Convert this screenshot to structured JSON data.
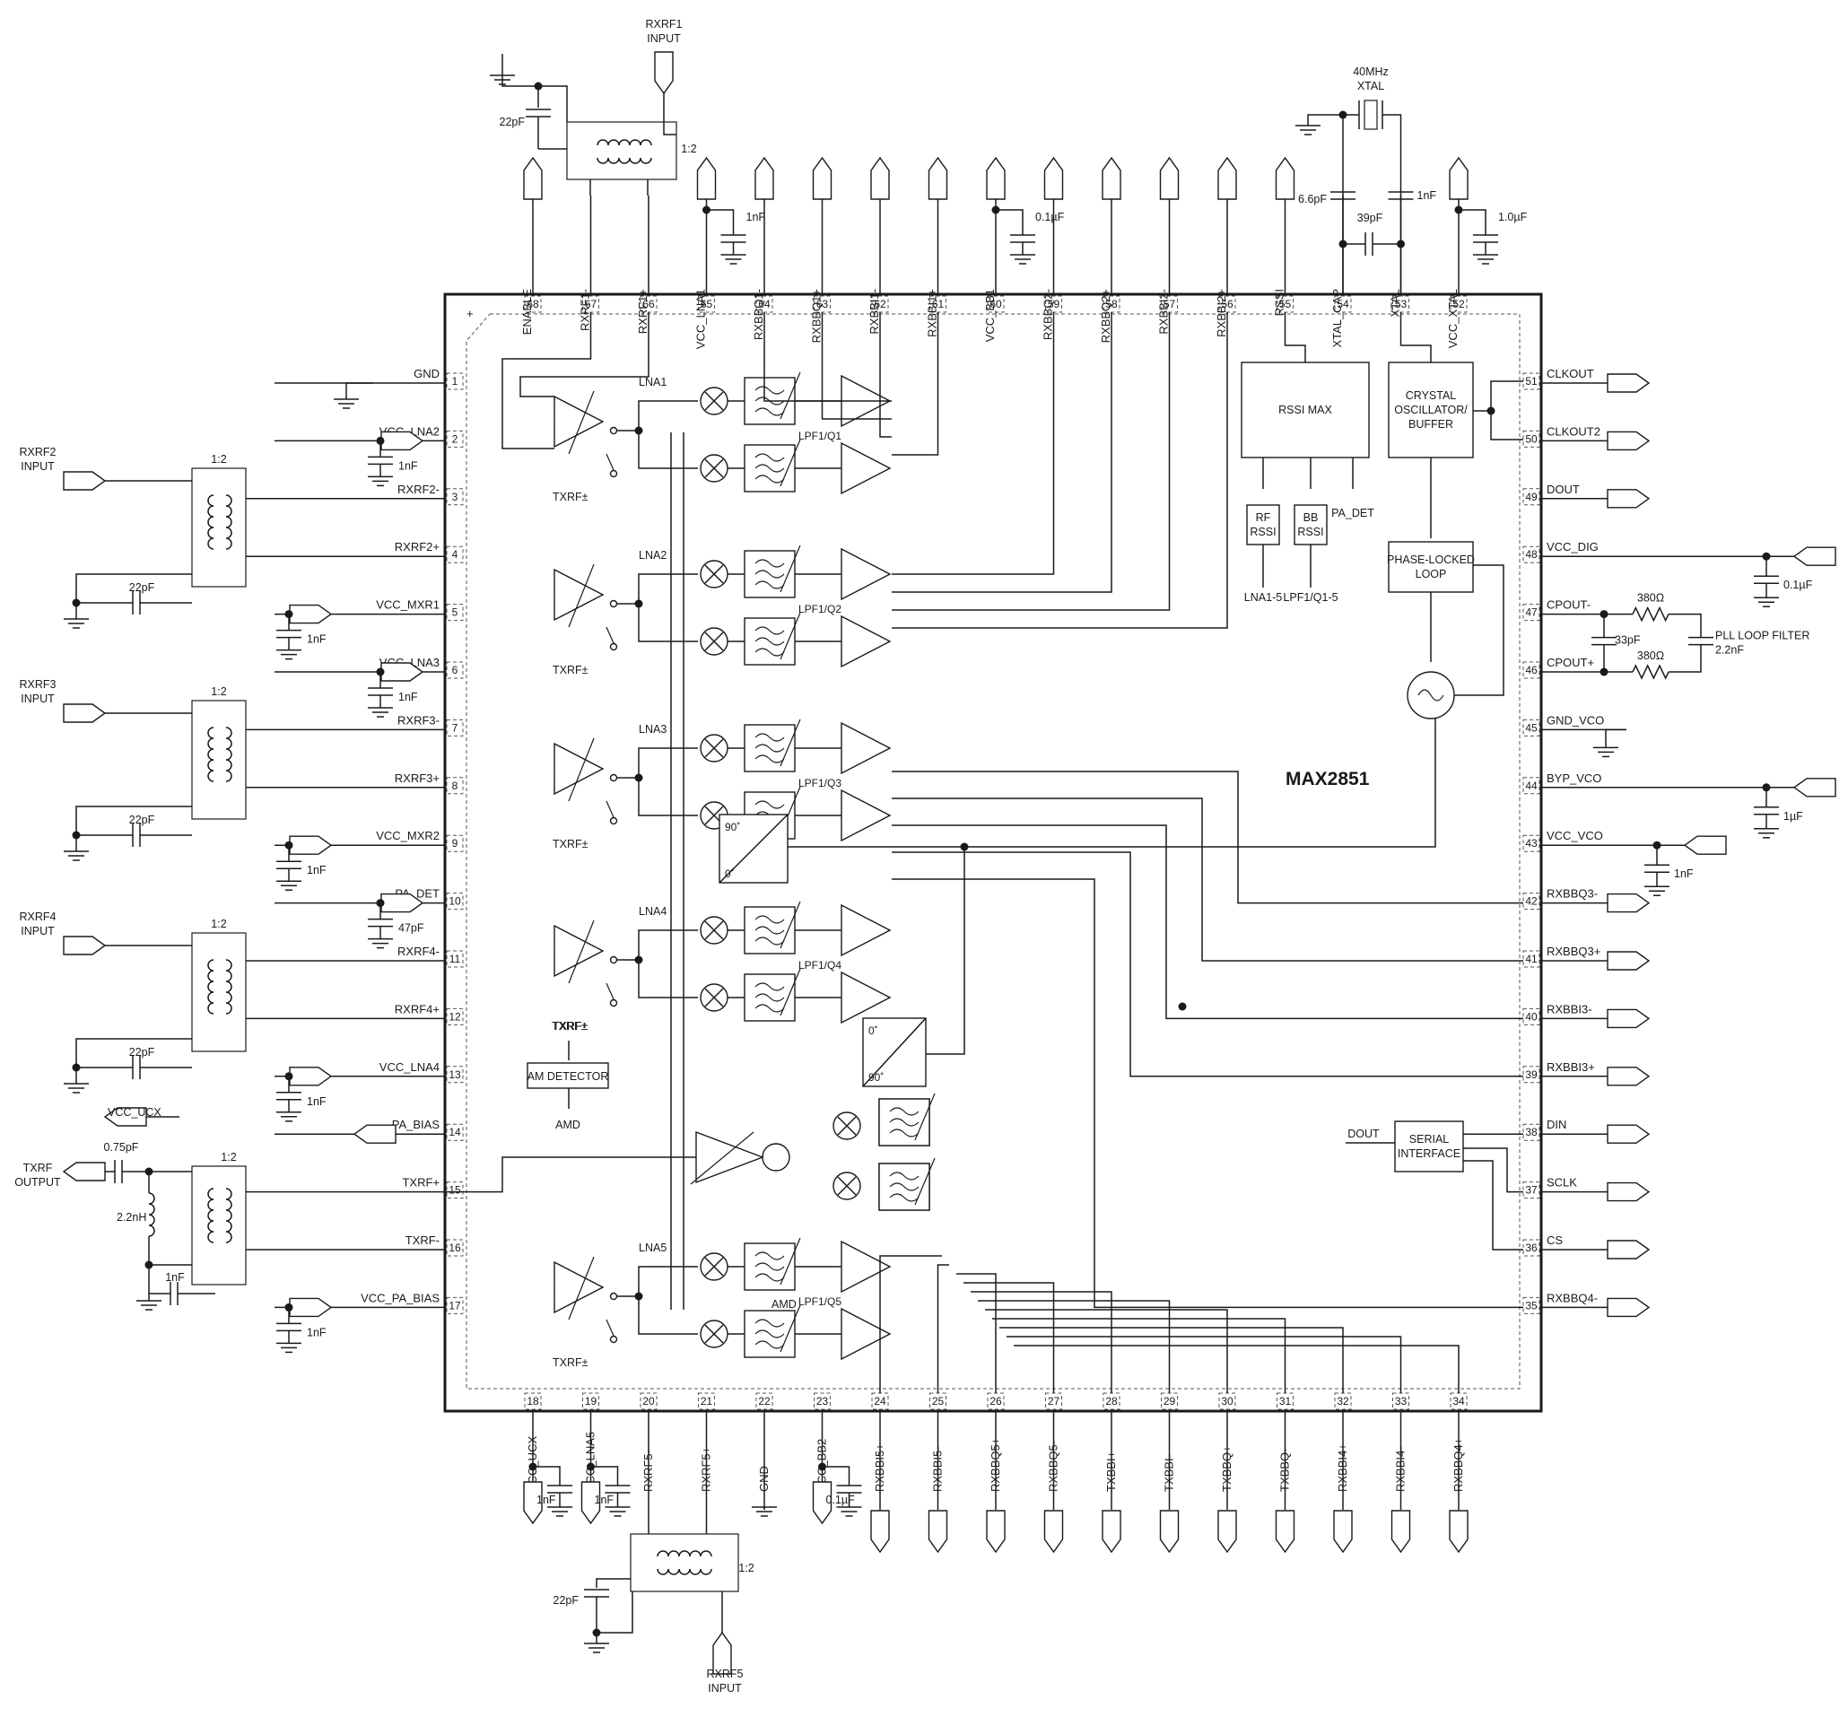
{
  "chip": {
    "name": "MAX2851"
  },
  "pins": {
    "top": [
      {
        "num": "68",
        "name": "ENABLE"
      },
      {
        "num": "67",
        "name": "RXRF1-"
      },
      {
        "num": "66",
        "name": "RXRF1+"
      },
      {
        "num": "65",
        "name": "VCC_LNA1"
      },
      {
        "num": "64",
        "name": "RXBBQ1-"
      },
      {
        "num": "63",
        "name": "RXBBQ1+"
      },
      {
        "num": "62",
        "name": "RXBBI1-"
      },
      {
        "num": "61",
        "name": "RXBBI1+"
      },
      {
        "num": "60",
        "name": "VCC_BB1"
      },
      {
        "num": "59",
        "name": "RXBBQ2-"
      },
      {
        "num": "58",
        "name": "RXBBQ2+"
      },
      {
        "num": "57",
        "name": "RXBBI2-"
      },
      {
        "num": "56",
        "name": "RXBBI2+"
      },
      {
        "num": "55",
        "name": "RSSI"
      },
      {
        "num": "54",
        "name": "XTAL_CAP"
      },
      {
        "num": "53",
        "name": "XTAL"
      },
      {
        "num": "52",
        "name": "VCC_XTAL"
      }
    ],
    "left": [
      {
        "num": "1",
        "name": "GND"
      },
      {
        "num": "2",
        "name": "VCC_LNA2"
      },
      {
        "num": "3",
        "name": "RXRF2-"
      },
      {
        "num": "4",
        "name": "RXRF2+"
      },
      {
        "num": "5",
        "name": "VCC_MXR1"
      },
      {
        "num": "6",
        "name": "VCC_LNA3"
      },
      {
        "num": "7",
        "name": "RXRF3-"
      },
      {
        "num": "8",
        "name": "RXRF3+"
      },
      {
        "num": "9",
        "name": "VCC_MXR2"
      },
      {
        "num": "10",
        "name": "PA_DET"
      },
      {
        "num": "11",
        "name": "RXRF4-"
      },
      {
        "num": "12",
        "name": "RXRF4+"
      },
      {
        "num": "13",
        "name": "VCC_LNA4"
      },
      {
        "num": "14",
        "name": "PA_BIAS"
      },
      {
        "num": "15",
        "name": "TXRF+"
      },
      {
        "num": "16",
        "name": "TXRF-"
      },
      {
        "num": "17",
        "name": "VCC_PA_BIAS"
      }
    ],
    "right": [
      {
        "num": "51",
        "name": "CLKOUT"
      },
      {
        "num": "50",
        "name": "CLKOUT2"
      },
      {
        "num": "49",
        "name": "DOUT"
      },
      {
        "num": "48",
        "name": "VCC_DIG"
      },
      {
        "num": "47",
        "name": "CPOUT-"
      },
      {
        "num": "46",
        "name": "CPOUT+"
      },
      {
        "num": "45",
        "name": "GND_VCO"
      },
      {
        "num": "44",
        "name": "BYP_VCO"
      },
      {
        "num": "43",
        "name": "VCC_VCO"
      },
      {
        "num": "42",
        "name": "RXBBQ3-"
      },
      {
        "num": "41",
        "name": "RXBBQ3+"
      },
      {
        "num": "40",
        "name": "RXBBI3-"
      },
      {
        "num": "39",
        "name": "RXBBI3+"
      },
      {
        "num": "38",
        "name": "DIN"
      },
      {
        "num": "37",
        "name": "SCLK"
      },
      {
        "num": "36",
        "name": "CS"
      },
      {
        "num": "35",
        "name": "RXBBQ4-"
      }
    ],
    "bottom": [
      {
        "num": "18",
        "name": "VCC_UCX"
      },
      {
        "num": "19",
        "name": "VCC_LNA5"
      },
      {
        "num": "20",
        "name": "RXRF5-"
      },
      {
        "num": "21",
        "name": "RXRF5+"
      },
      {
        "num": "22",
        "name": "GND"
      },
      {
        "num": "23",
        "name": "VCC_BB2"
      },
      {
        "num": "24",
        "name": "RXBBI5+"
      },
      {
        "num": "25",
        "name": "RXBBI5-"
      },
      {
        "num": "26",
        "name": "RXBBQ5+"
      },
      {
        "num": "27",
        "name": "RXBBQ5-"
      },
      {
        "num": "28",
        "name": "TXBBI+"
      },
      {
        "num": "29",
        "name": "TXBBI-"
      },
      {
        "num": "30",
        "name": "TXBBQ+"
      },
      {
        "num": "31",
        "name": "TXBBQ-"
      },
      {
        "num": "32",
        "name": "RXBBI4+"
      },
      {
        "num": "33",
        "name": "RXBBI4-"
      },
      {
        "num": "34",
        "name": "RXBBQ4+"
      }
    ]
  },
  "blocks": {
    "rssi_max": "RSSI MAX",
    "rf_rssi": [
      "RF",
      "RSSI"
    ],
    "bb_rssi": [
      "BB",
      "RSSI"
    ],
    "pa_det": "PA_DET",
    "rssi_src_1": "LNA1-5",
    "rssi_src_2": "LPF1/Q1-5",
    "xtal_osc": [
      "CRYSTAL",
      "OSCILLATOR/",
      "BUFFER"
    ],
    "pll": [
      "PHASE-LOCKED",
      "LOOP"
    ],
    "serial": [
      "SERIAL",
      "INTERFACE"
    ],
    "serial_dout": "DOUT",
    "am_detector": "AM DETECTOR",
    "amd": "AMD",
    "phase_90": "90˚",
    "phase_0": "0˚",
    "lna": [
      "LNA1",
      "LNA2",
      "LNA3",
      "LNA4",
      "LNA5"
    ],
    "lpf": [
      "LPF1/Q1",
      "LPF1/Q2",
      "LPF1/Q3",
      "LPF1/Q4",
      "LPF1/Q5"
    ],
    "txrf": "TXRF±"
  },
  "external": {
    "rxrf1": [
      "RXRF1",
      "INPUT"
    ],
    "rxrf2": [
      "RXRF2",
      "INPUT"
    ],
    "rxrf3": [
      "RXRF3",
      "INPUT"
    ],
    "rxrf4": [
      "RXRF4",
      "INPUT"
    ],
    "rxrf5": [
      "RXRF5",
      "INPUT"
    ],
    "txrf": [
      "TXRF",
      "OUTPUT"
    ],
    "vcc_ucx": "VCC_UCX",
    "xtal": [
      "40MHz",
      "XTAL"
    ],
    "pll_filter": [
      "PLL LOOP FILTER",
      "2.2nF"
    ],
    "ratio": "1:2",
    "caps": {
      "c22pF": "22pF",
      "c1nF": "1nF",
      "c47pF": "47pF",
      "c0_1uF": "0.1µF",
      "c1_0uF": "1.0µF",
      "c1uF": "1µF",
      "c6_6pF": "6.6pF",
      "c39pF": "39pF",
      "c33pF": "33pF",
      "c0_75pF": "0.75pF",
      "l2_2nH": "2.2nH",
      "r380": "380Ω"
    }
  }
}
